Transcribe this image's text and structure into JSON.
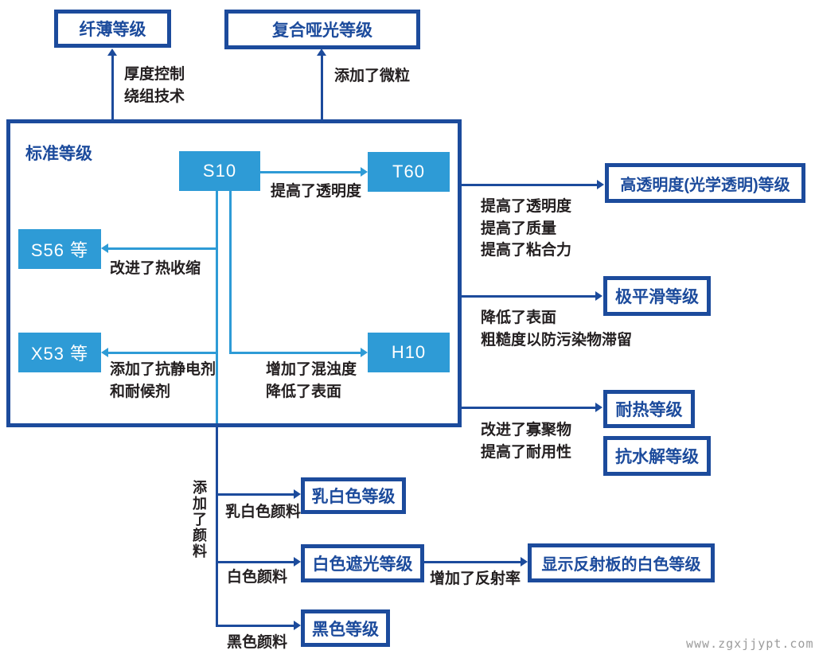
{
  "main_frame": {
    "title": "标准等级"
  },
  "nodes": {
    "s10": "S10",
    "t60": "T60",
    "h10": "H10",
    "s56": "S56 等",
    "x53": "X53 等"
  },
  "grade_boxes": {
    "thin": "纤薄等级",
    "composite_matte": "复合哑光等级",
    "high_transparency": "高透明度(光学透明)等级",
    "ultra_smooth": "极平滑等级",
    "heat_resistant": "耐热等级",
    "hydrolysis_resistant": "抗水解等级",
    "milky_white": "乳白色等级",
    "white_opaque": "白色遮光等级",
    "black": "黑色等级",
    "display_reflector_white": "显示反射板的白色等级"
  },
  "edge_labels": {
    "thickness_winding": "厚度控制\n绕组技术",
    "added_particles": "添加了微粒",
    "improved_transparency": "提高了透明度",
    "improved_heat_shrink": "改进了热收缩",
    "added_antistatic_weathering": "添加了抗静电剂\n和耐候剂",
    "increased_haze_lower_surface": "增加了混浊度\n降低了表面",
    "transparency_quality_adhesion": "提高了透明度\n提高了质量\n提高了粘合力",
    "reduced_surface_roughness": "降低了表面\n粗糙度以防污染物滞留",
    "oligomer_durability": "改进了寡聚物\n提高了耐用性",
    "added_pigment": "添加了颜料",
    "milky_pigment": "乳白色颜料",
    "white_pigment": "白色颜料",
    "black_pigment": "黑色颜料",
    "increased_reflectance": "增加了反射率"
  },
  "watermark": "www.zgxjjypt.com",
  "colors": {
    "navy": "#1C4B9C",
    "light_blue": "#2E9BD6",
    "label_black": "#231F20",
    "watermark_gray": "#9B9B9B"
  }
}
